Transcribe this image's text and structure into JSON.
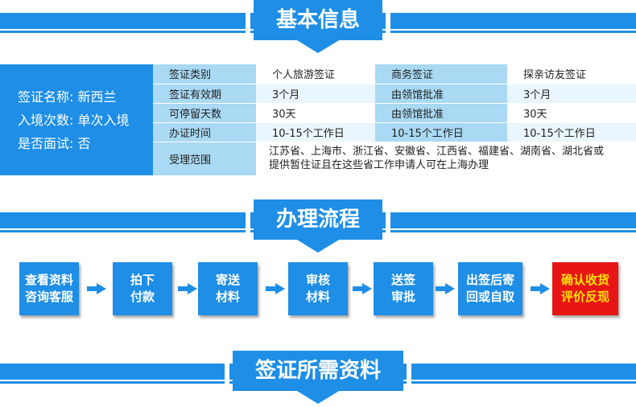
{
  "sections": {
    "basic_info": "基本信息",
    "process": "办理流程",
    "materials": "签证所需资料"
  },
  "visa": {
    "name_label": "签证名称: 新西兰",
    "entries_label": "入境次数: 单次入境",
    "interview_label": "是否面试: 否"
  },
  "table": {
    "rows": [
      [
        "签证类别",
        "个人旅游签证",
        "商务签证",
        "探亲访友签证"
      ],
      [
        "签证有效期",
        "3个月",
        "由领馆批准",
        "3个月"
      ],
      [
        "可停留天数",
        "30天",
        "由领馆批准",
        "30天"
      ],
      [
        "办证时间",
        "10-15个工作日",
        "10-15个工作日",
        "10-15个工作日"
      ]
    ],
    "scope_label": "受理范围",
    "scope_line1": "江苏省、上海市、浙江省、安徽省、江西省、福建省、湖南省、湖北省或",
    "scope_line2": "提供暂住证且在这些省工作申请人可在上海办理"
  },
  "steps": [
    {
      "line1": "查看资料",
      "line2": "咨询客服"
    },
    {
      "line1": "拍下",
      "line2": "付款"
    },
    {
      "line1": "寄送",
      "line2": "材料"
    },
    {
      "line1": "审核",
      "line2": "材料"
    },
    {
      "line1": "送签",
      "line2": "审批"
    },
    {
      "line1": "出签后寄",
      "line2": "回或自取"
    },
    {
      "line1": "确认收货",
      "line2": "评价反现"
    }
  ],
  "colors": {
    "primary": "#1e8ee6",
    "light_cell": "#a9d9f3",
    "final_step_bg": "#e81515",
    "final_step_text": "#ffe400"
  }
}
